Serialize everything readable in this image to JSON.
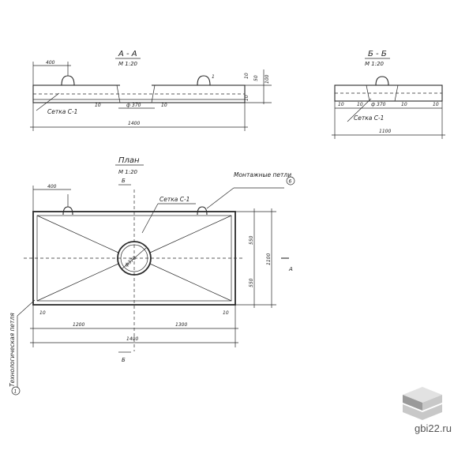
{
  "section_aa": {
    "title": "А - А",
    "scale": "М 1:20",
    "mesh_label": "Сетка С-1",
    "dim_400": "400",
    "dim_1400": "1400",
    "dim_hole": "ф 370",
    "dim_10_a": "10",
    "dim_10_b": "10",
    "dim_50": "50",
    "dim_100": "100",
    "dim_10_c": "10",
    "dim_10_d": "10",
    "mark_1": "1"
  },
  "section_bb": {
    "title": "Б - Б",
    "scale": "М 1:20",
    "mesh_label": "Сетка С-1",
    "dim_hole": "ф 370",
    "dim_1100": "1100",
    "dim_10_a": "10",
    "dim_10_b": "10",
    "dim_10_c": "10",
    "dim_10_d": "10"
  },
  "plan": {
    "title": "План",
    "scale": "М 1:20",
    "cut_b": "Б",
    "cut_b2": "Б",
    "cut_a": "А",
    "mesh_label": "Сетка С-1",
    "loops_label": "Монтажные петли",
    "loops_callout": "6",
    "hole_label": "ф370",
    "dim_400": "400",
    "dim_550_top": "550",
    "dim_550_bottom": "550",
    "dim_1100": "1100",
    "dim_1200": "1200",
    "dim_1300": "1300",
    "dim_1400": "1400",
    "dim_10_left": "10",
    "dim_10_right": "10"
  },
  "side_note": {
    "text": "Технологическая петля",
    "callout": "1"
  },
  "watermark": {
    "site": "gbi22.ru",
    "logo_colors": [
      "#c8c8c8",
      "#9a9a9a",
      "#e2e2e2"
    ]
  }
}
